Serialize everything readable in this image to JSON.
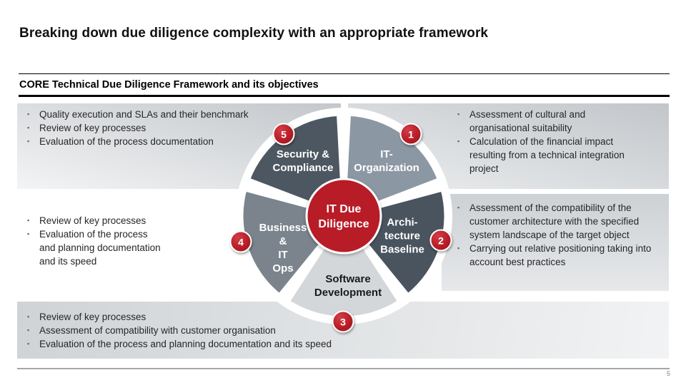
{
  "slide": {
    "title": "Breaking down due diligence complexity with an appropriate framework",
    "section_header": "CORE Technical Due Diligence Framework and its objectives",
    "page_number": "5"
  },
  "diagram": {
    "center_label": "IT Due\nDiligence",
    "accent_red": "#b81e27",
    "segments": [
      {
        "number": "1",
        "label": "IT-\nOrganization",
        "color": "#8c97a4"
      },
      {
        "number": "2",
        "label": "Archi-\ntecture\nBaseline",
        "color": "#49545f"
      },
      {
        "number": "3",
        "label": "Software\nDevelopment",
        "color": "#d4d7da"
      },
      {
        "number": "4",
        "label": "Business\n&\nIT\nOps",
        "color": "#7b848d"
      },
      {
        "number": "5",
        "label": "Security &\nCompliance",
        "color": "#4d5761"
      }
    ]
  },
  "notes": {
    "top_left": {
      "items": [
        "Quality execution and SLAs and their benchmark",
        "Review of key processes",
        "Evaluation of the process documentation"
      ]
    },
    "top_right": {
      "items": [
        "Assessment of cultural and organisational suitability",
        "Calculation of the financial impact resulting from a technical integration project"
      ]
    },
    "mid_left": {
      "items": [
        "Review of key processes",
        "Evaluation of the process and planning documentation and its speed"
      ]
    },
    "mid_right": {
      "items": [
        "Assessment of the compatibility of the customer architecture with the specified system landscape of the target object",
        "Carrying out relative positioning taking into account best practices"
      ]
    },
    "bottom": {
      "items": [
        "Review of key processes",
        "Assessment of compatibility with customer organisation",
        "Evaluation of the process and planning documentation and its speed"
      ]
    }
  }
}
